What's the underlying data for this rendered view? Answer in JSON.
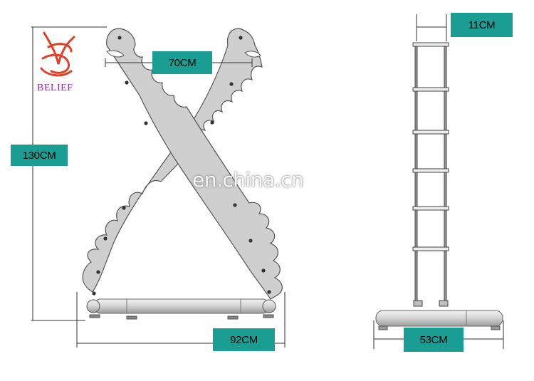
{
  "logo": {
    "brand": "BELIEF"
  },
  "watermark": "en.china.cn",
  "dimensions": {
    "width_top": "70CM",
    "height": "130CM",
    "base_length": "92CM",
    "side_depth_top": "11CM",
    "side_base": "53CM"
  },
  "colors": {
    "tag": "#1a9e93",
    "panel_fill": "#cfcfcf",
    "panel_stroke": "#555555",
    "logo": "#e0402a"
  }
}
